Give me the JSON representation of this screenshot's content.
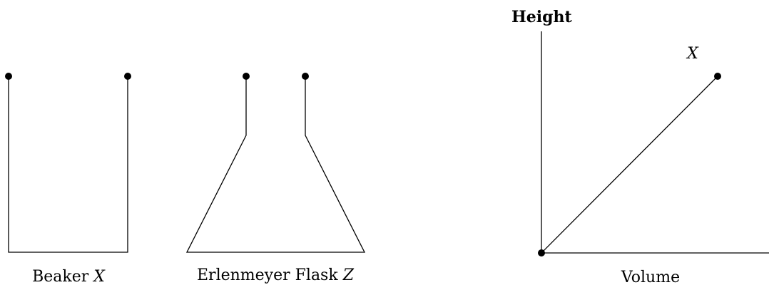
{
  "beaker": {
    "name": "Beaker",
    "var": "X"
  },
  "flask": {
    "name": "Erlenmeyer Flask",
    "var": "Z"
  },
  "graph": {
    "ylabel": "Height",
    "xlabel": "Volume",
    "series_label": "X"
  }
}
